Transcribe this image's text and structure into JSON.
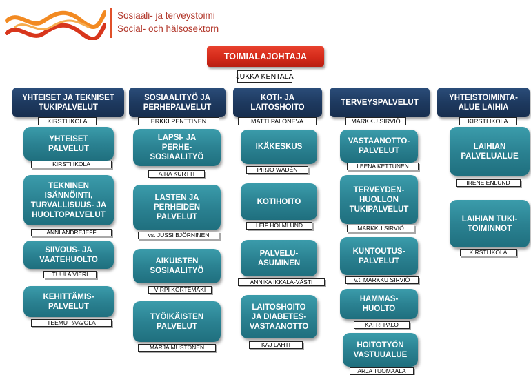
{
  "logo": {
    "icon": "wave-logo-icon",
    "line1": "Sosiaali- ja terveystoimi",
    "line2": "Social- och hälsosektorn"
  },
  "colors": {
    "director": "#d42a1a",
    "header": "#1e3a60",
    "unit": "#2b8292",
    "logo_text": "#b2372b",
    "logo_orange": "#f28a22",
    "logo_red": "#d8361c"
  },
  "director": {
    "title": "TOIMIALAJOHTAJA",
    "name": "JUKKA KENTALA"
  },
  "columns": [
    {
      "title": "YHTEISET JA TEKNISET\nTUKIPALVELUT",
      "name": "KIRSTI IKOLA",
      "units": [
        {
          "title": "YHTEISET\nPALVELUT",
          "name": "KIRSTI IKOLA"
        },
        {
          "title": "TEKNINEN\nISÄNNÖINTI,\nTURVALLISUUS- JA\nHUOLTOPALVELUT",
          "name": "ANNI ANDREJEFF"
        },
        {
          "title": "SIIVOUS- JA\nVAATEHUOLTO",
          "name": "TUULA VIERI"
        },
        {
          "title": "KEHITTÄMIS-\nPALVELUT",
          "name": "TEEMU PAAVOLA"
        }
      ]
    },
    {
      "title": "SOSIAALITYÖ JA\nPERHEPALVELUT",
      "name": "ERKKI PENTTINEN",
      "units": [
        {
          "title": "LAPSI- JA\nPERHE-\nSOSIAALITYÖ",
          "name": "AIRA KURTTI"
        },
        {
          "title": "LASTEN JA\nPERHEIDEN\nPALVELUT",
          "name": "vs. JUSSI BJÖRNINEN"
        },
        {
          "title": "AIKUISTEN\nSOSIAALITYÖ",
          "name": "VIRPI KORTEMÄKI"
        },
        {
          "title": "TYÖIKÄISTEN\nPALVELUT",
          "name": "MARJA MUSTONEN"
        }
      ]
    },
    {
      "title": "KOTI- JA\nLAITOSHOITO",
      "name": "MATTI PALONEVA",
      "units": [
        {
          "title": "IKÄKESKUS",
          "name": "PIRJO WADÉN"
        },
        {
          "title": "KOTIHOITO",
          "name": "LEIF HOLMLUND"
        },
        {
          "title": "PALVELU-\nASUMINEN",
          "name": "ANNIKA IKKALA-VÄSTI"
        },
        {
          "title": "LAITOSHOITO\nJA DIABETES-\nVASTAANOTTO",
          "name": "KAJ LAHTI"
        }
      ]
    },
    {
      "title": "TERVEYSPALVELUT",
      "name": "MARKKU SIRVIÖ",
      "units": [
        {
          "title": "VASTAANOTTO-\nPALVELUT",
          "name": "LEENA KETTUNEN"
        },
        {
          "title": "TERVEYDEN-\nHUOLLON\nTUKIPALVELUT",
          "name": "MARKKU SIRVIÖ"
        },
        {
          "title": "KUNTOUTUS-\nPALVELUT",
          "name": "v.t. MARKKU SIRVIÖ"
        },
        {
          "title": "HAMMAS-\nHUOLTO",
          "name": "KATRI PALO"
        },
        {
          "title": "HOITOTYÖN\nVASTUUALUE",
          "name": "ARJA TUOMAALA"
        }
      ]
    },
    {
      "title": "YHTEISTOIMINTA-\nALUE LAIHIA",
      "name": "KIRSTI IKOLA",
      "units": [
        {
          "title": "LAIHIAN\nPALVELUALUE",
          "name": "IRENE ENLUND"
        },
        {
          "title": "LAIHIAN TUKI-\nTOIMINNOT",
          "name": "KIRSTI IKOLA"
        }
      ]
    }
  ]
}
